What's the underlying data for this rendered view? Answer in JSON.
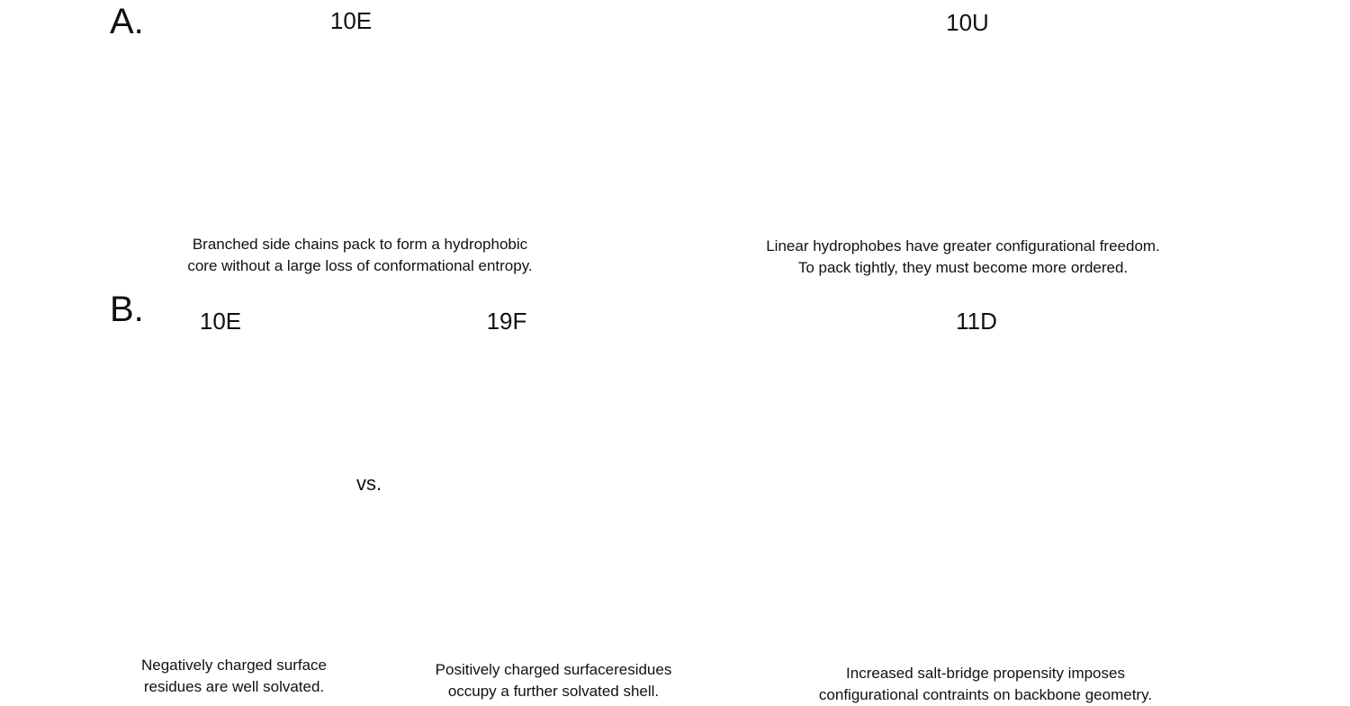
{
  "panelA": {
    "letter": "A.",
    "left": {
      "title": "10E",
      "caption": [
        "Branched side chains pack to form a hydrophobic",
        "core without a large loss of conformational entropy."
      ]
    },
    "right": {
      "title": "10U",
      "caption": [
        "Linear hydrophobes have greater configurational freedom.",
        "To pack tightly, they must become more ordered."
      ]
    }
  },
  "panelB": {
    "letter": "B.",
    "titles": [
      "10E",
      "19F",
      "11D"
    ],
    "vs_label": "vs.",
    "captions": [
      [
        "Negatively charged surface",
        "residues are well solvated."
      ],
      [
        "Positively charged surfaceresidues",
        "occupy a further solvated shell."
      ],
      [
        "Increased salt-bridge propensity imposes",
        "configurational contraints on backbone geometry."
      ]
    ]
  },
  "colors": {
    "solvation_pink": "#f8b9d8",
    "solvation_blue": "#bde3f7",
    "ribbon_dark": "#555555",
    "ribbon_light": "#c8c8c8",
    "oxygen_red": "#e02020",
    "nitrogen_blue": "#1a4fd8",
    "arrow_orange": "#f0961e"
  }
}
